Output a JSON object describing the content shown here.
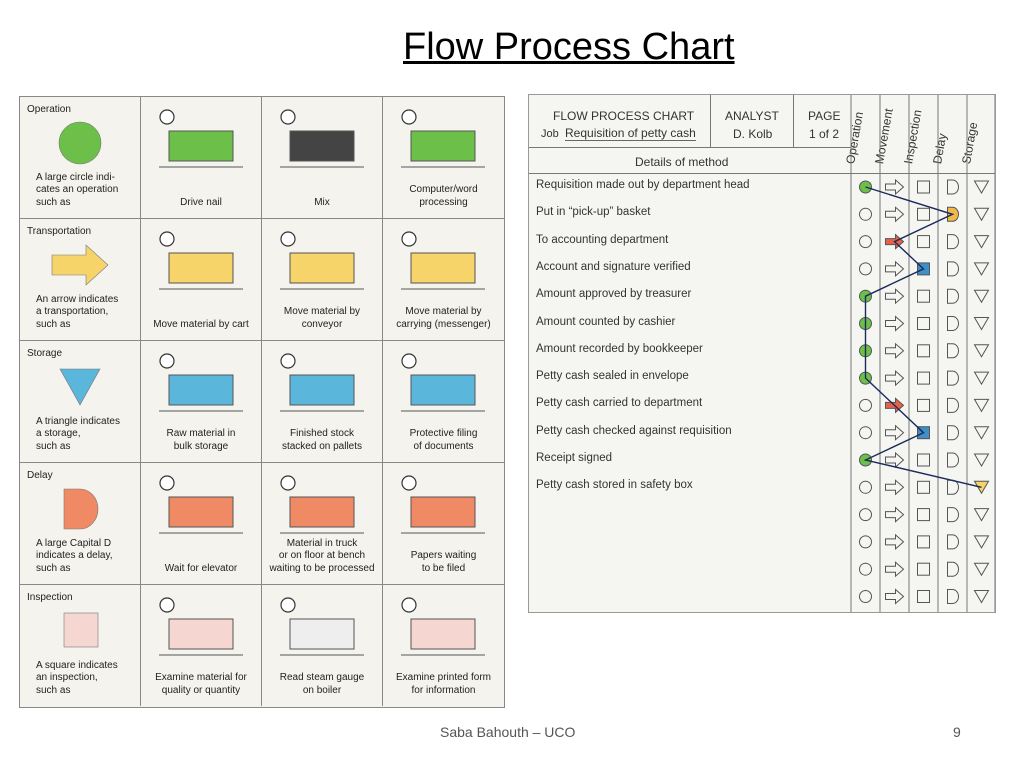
{
  "slide": {
    "title": "Flow Process Chart",
    "footer": "Saba Bahouth – UCO",
    "page_number": "9"
  },
  "symbols": {
    "rows": [
      {
        "name": "Operation",
        "shape": "circle",
        "color": "#6cc04a",
        "description": "A large circle indi-\ncates an operation\nsuch as",
        "examples": [
          "Drive nail",
          "Mix",
          "Computer/word\nprocessing"
        ]
      },
      {
        "name": "Transportation",
        "shape": "arrow",
        "color": "#f6d46a",
        "description": "An arrow indicates\na transportation,\nsuch as",
        "examples": [
          "Move material by cart",
          "Move material by\nconveyor",
          "Move material by\ncarrying (messenger)"
        ]
      },
      {
        "name": "Storage",
        "shape": "triangle",
        "color": "#5bb6dc",
        "description": "A triangle indicates\na storage,\nsuch as",
        "examples": [
          "Raw material in\nbulk storage",
          "Finished stock\nstacked on pallets",
          "Protective filing\nof documents"
        ]
      },
      {
        "name": "Delay",
        "shape": "d",
        "color": "#f08a64",
        "description": "A large Capital D\nindicates a delay,\nsuch as",
        "examples": [
          "Wait for elevator",
          "Material in truck\nor on floor at bench\nwaiting to be processed",
          "Papers waiting\nto be filed"
        ]
      },
      {
        "name": "Inspection",
        "shape": "square",
        "color": "#f6d6d0",
        "description": "A square indicates\nan inspection,\nsuch as",
        "examples": [
          "Examine material for\nquality or quantity",
          "Read steam gauge\non boiler",
          "Examine printed form\nfor information"
        ]
      }
    ]
  },
  "form": {
    "header": {
      "chart_label": "FLOW PROCESS CHART",
      "job_label": "Job",
      "job_value": "Requisition of petty cash",
      "analyst_label": "ANALYST",
      "analyst_value": "D. Kolb",
      "page_label": "PAGE",
      "page_value": "1 of 2",
      "details_label": "Details of method"
    },
    "columns": [
      "Operation",
      "Movement",
      "Inspection",
      "Delay",
      "Storage"
    ],
    "steps": [
      {
        "label": "Requisition made out by department head",
        "selected": "Operation"
      },
      {
        "label": "Put in “pick-up” basket",
        "selected": "Delay"
      },
      {
        "label": "To accounting department",
        "selected": "Movement"
      },
      {
        "label": "Account and signature verified",
        "selected": "Inspection"
      },
      {
        "label": "Amount approved by treasurer",
        "selected": "Operation"
      },
      {
        "label": "Amount counted by cashier",
        "selected": "Operation"
      },
      {
        "label": "Amount recorded by bookkeeper",
        "selected": "Operation"
      },
      {
        "label": "Petty cash sealed in envelope",
        "selected": "Operation"
      },
      {
        "label": "Petty cash carried to department",
        "selected": "Movement"
      },
      {
        "label": "Petty cash checked against requisition",
        "selected": "Inspection"
      },
      {
        "label": "Receipt signed",
        "selected": "Operation"
      },
      {
        "label": "Petty cash stored in safety box",
        "selected": "Storage"
      },
      {
        "label": "",
        "selected": ""
      },
      {
        "label": "",
        "selected": ""
      },
      {
        "label": "",
        "selected": ""
      },
      {
        "label": "",
        "selected": ""
      }
    ],
    "colors": {
      "Operation": "#6cc04a",
      "Movement": "#e8604a",
      "Inspection": "#3f8fc4",
      "Delay": "#f2b84a",
      "Storage": "#f6d46a"
    }
  }
}
